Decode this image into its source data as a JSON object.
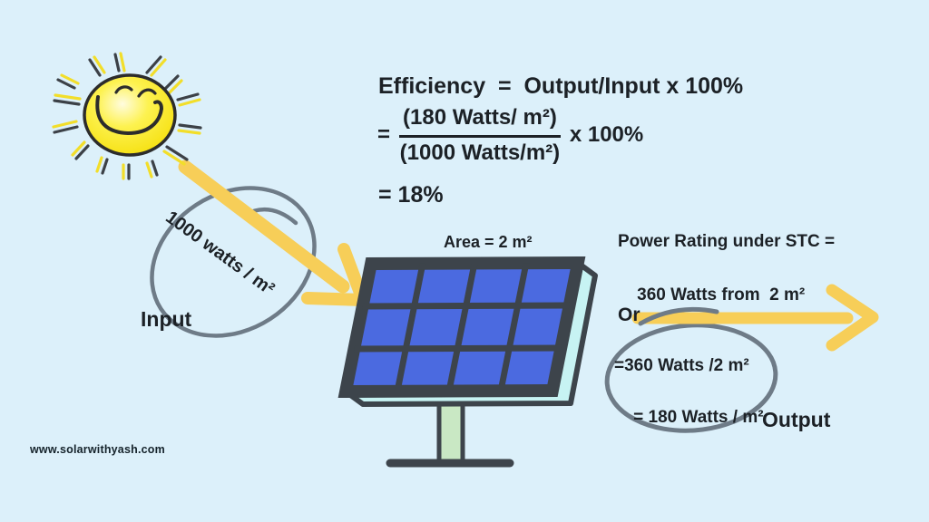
{
  "formula": {
    "line1": "Efficiency  =  Output/Input x 100%",
    "step2_prefix": "=",
    "numerator": "(180 Watts/ m²)",
    "denominator": "(1000 Watts/m²)",
    "multiplier": "x 100%",
    "result": "= 18%"
  },
  "input": {
    "circled_value": "1000 watts / m²",
    "label": "Input"
  },
  "panel": {
    "area_label": "Area = 2 m²"
  },
  "output": {
    "power_rating_line1": "Power Rating under STC =",
    "power_rating_line2": "360 Watts from  2 m²",
    "or_label": "Or",
    "circled_line1": "=360 Watts /2 m²",
    "circled_line2": "= 180 Watts / m²",
    "label": "Output"
  },
  "footer": {
    "website": "www.solarwithyash.com"
  },
  "colors": {
    "background": "#dcf0fa",
    "arrow_yellow": "#f7ce58",
    "annotation_gray": "#6e7b87",
    "sun_yellow": "#f6e412",
    "panel_cell_blue": "#4b6ae0",
    "panel_frame_dark": "#3d444b",
    "panel_edge_cyan": "#c7f3f3",
    "stand_green": "#c9e8c4",
    "text_dark": "#1c2126"
  }
}
